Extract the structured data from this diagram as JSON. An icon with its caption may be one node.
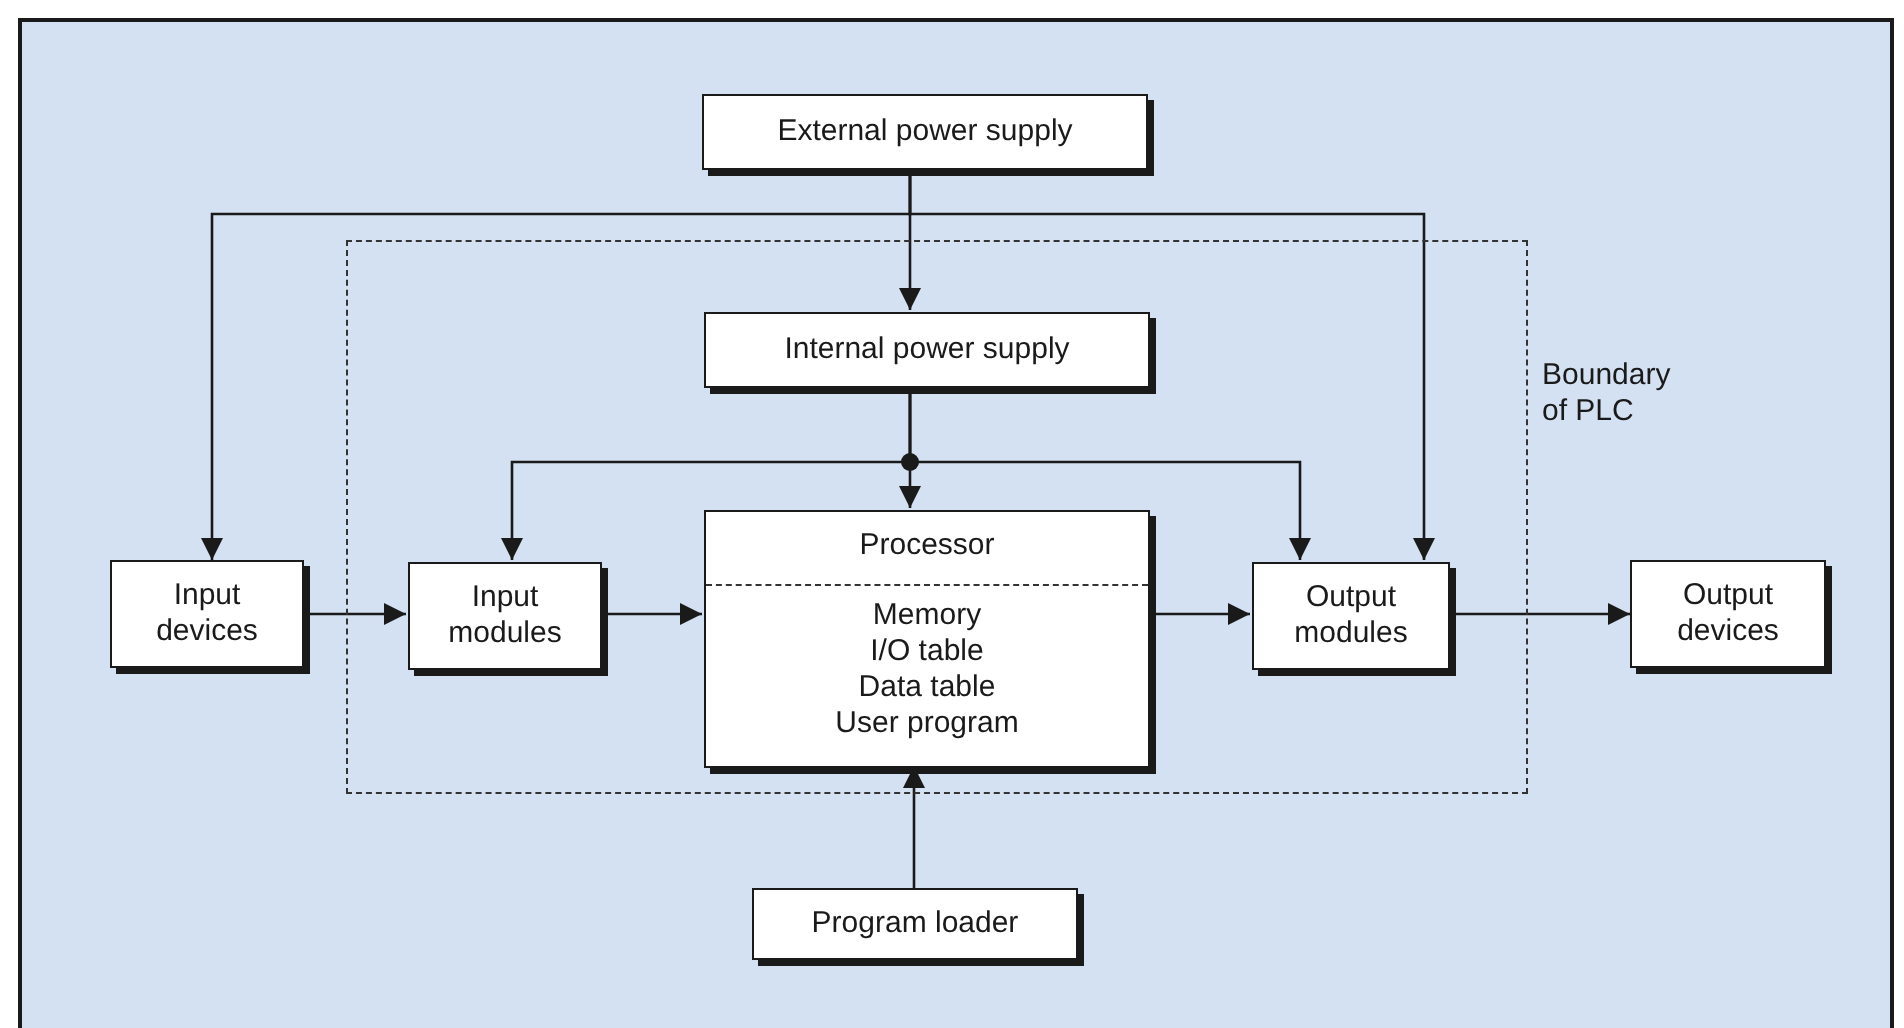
{
  "diagram": {
    "nodes": [
      {
        "text": [
          "External power supply"
        ]
      },
      {
        "text": [
          "Boundary of PLC"
        ]
      },
      {
        "text": [
          "Internal power supply"
        ],
        "in": 1
      },
      {
        "text": [
          "Input devices"
        ]
      },
      {
        "text": [
          "Input modules"
        ],
        "in": 1
      },
      {
        "text": [
          "Processor",
          "Memory",
          "I/O table",
          "Data table",
          "User program"
        ],
        "in": 1
      },
      {
        "text": [
          "Output modules"
        ],
        "in": 1
      },
      {
        "text": [
          "Output devices"
        ]
      },
      {
        "text": [
          "Program loader"
        ]
      }
    ],
    "edges": [
      {
        "from": 0,
        "to": 2,
        "arrow": "to"
      },
      {
        "from": 0,
        "to": 3,
        "arrow": "to"
      },
      {
        "from": 0,
        "to": 6,
        "arrow": "to"
      },
      {
        "from": 2,
        "to": 5,
        "arrow": "to"
      },
      {
        "from": 2,
        "to": 4,
        "arrow": "to"
      },
      {
        "from": 2,
        "to": 6,
        "arrow": "to"
      },
      {
        "from": 3,
        "to": 4,
        "arrow": "to"
      },
      {
        "from": 4,
        "to": 5,
        "arrow": "to"
      },
      {
        "from": 5,
        "to": 6,
        "arrow": "to"
      },
      {
        "from": 6,
        "to": 7,
        "arrow": "to"
      },
      {
        "from": 8,
        "to": 5,
        "arrow": "to"
      }
    ]
  }
}
